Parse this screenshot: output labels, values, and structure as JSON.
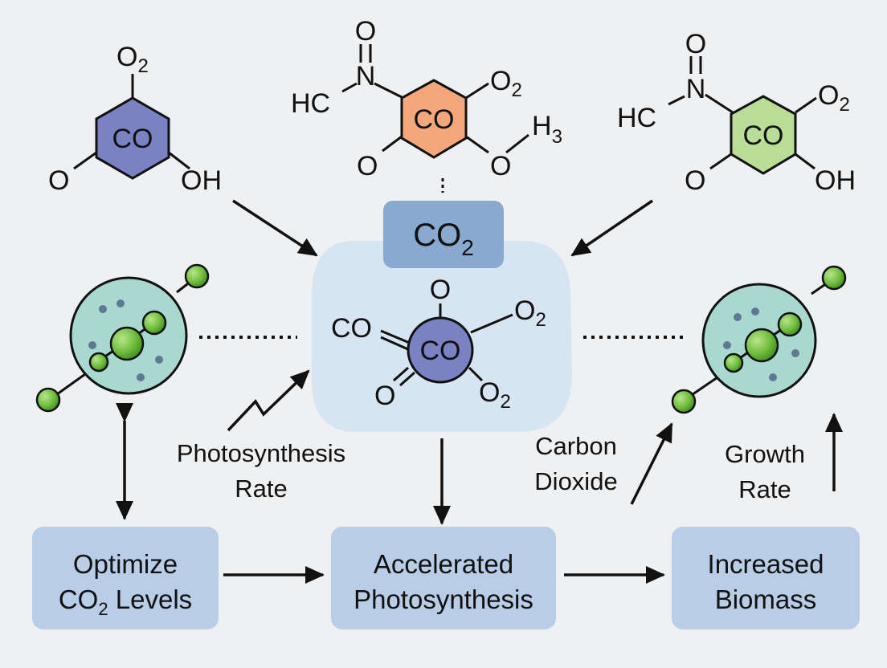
{
  "molecules": {
    "left": {
      "center": "CO",
      "top": "O",
      "top_sub": "2",
      "bottom_left": "O",
      "bottom_right": "OH"
    },
    "middle": {
      "center": "CO",
      "top": "O",
      "nitrogen": "N",
      "methyl": "HC",
      "right": "O",
      "right_sub": "2",
      "bottom_left": "O",
      "bottom_right": "O",
      "h3": "H",
      "h3_sub": "3"
    },
    "right": {
      "center": "CO",
      "top": "O",
      "nitrogen": "N",
      "methyl": "HC",
      "right": "O",
      "right_sub": "2",
      "bottom_left": "O",
      "bottom_right": "OH"
    }
  },
  "co2_box": {
    "main": "CO",
    "sub": "2"
  },
  "central_molecule": {
    "center": "CO",
    "left": "CO",
    "top": "O",
    "top_right": "O",
    "top_right_sub": "2",
    "bottom_left": "O",
    "bottom_right": "O",
    "bottom_right_sub": "2"
  },
  "labels": {
    "photosynthesis_rate_line1": "Photosynthesis",
    "photosynthesis_rate_line2": "Rate",
    "carbon_dioxide_line1": "Carbon",
    "carbon_dioxide_line2": "Dioxide",
    "growth_rate_line1": "Growth",
    "growth_rate_line2": "Rate"
  },
  "boxes": {
    "optimize_line1": "Optimize",
    "optimize_line2_main": "CO",
    "optimize_line2_sub": "2",
    "optimize_line2_rest": " Levels",
    "accelerated_line1": "Accelerated",
    "accelerated_line2": "Photosynthesis",
    "increased_line1": "Increased",
    "increased_line2": "Biomass"
  },
  "colors": {
    "purple_ring": "#7b82c4",
    "orange_ring": "#f4a77a",
    "green_ring": "#b9dc97",
    "co2_box": "#8aa9cf",
    "central_blob": "#d7e4f2",
    "process_box": "#b9cde6",
    "cell_fill": "#a8d8cf",
    "green_sphere": "#6fbd3c"
  }
}
